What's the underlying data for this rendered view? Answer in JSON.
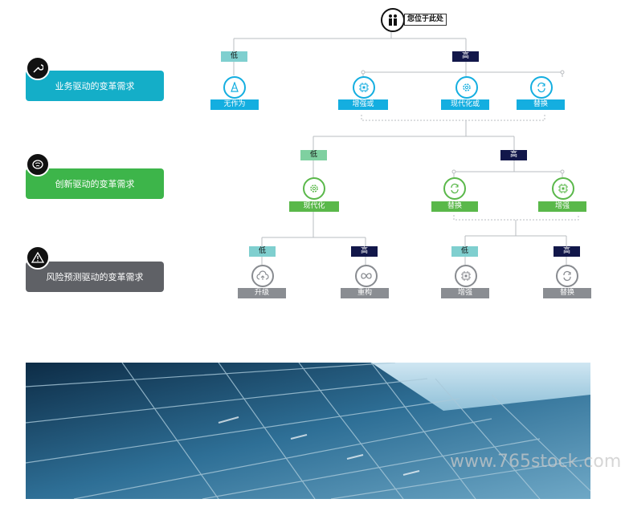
{
  "lanes": [
    {
      "label": "业务驱动的变革需求",
      "color": "#14aec8",
      "icon": "wrench-icon"
    },
    {
      "label": "创新驱动的变革需求",
      "color": "#3db54a",
      "icon": "brain-icon"
    },
    {
      "label": "风险预测驱动的变革需求",
      "color": "#5f6166",
      "icon": "warning-icon"
    }
  ],
  "root": {
    "label": "您位于此处",
    "icon": "people-icon"
  },
  "level1": {
    "low": "低",
    "high": "高",
    "nodes": [
      {
        "label": "无作为",
        "icon": "traffic-cone-icon"
      },
      {
        "label": "增强或",
        "icon": "chip-icon"
      },
      {
        "label": "现代化或",
        "icon": "gear-icon"
      },
      {
        "label": "替换",
        "icon": "refresh-icon"
      }
    ]
  },
  "level2": {
    "low": "低",
    "high": "高",
    "nodes": [
      {
        "label": "现代化",
        "icon": "gear-icon"
      },
      {
        "label": "替换",
        "icon": "refresh-icon"
      },
      {
        "label": "增强",
        "icon": "chip-icon"
      }
    ]
  },
  "level3": {
    "groups": [
      {
        "low": "低",
        "high": "高"
      },
      {
        "low": "低",
        "high": "高"
      }
    ],
    "nodes": [
      {
        "label": "升级",
        "icon": "cloud-upload-icon"
      },
      {
        "label": "重构",
        "icon": "infinity-icon"
      },
      {
        "label": "增强",
        "icon": "chip-icon"
      },
      {
        "label": "替换",
        "icon": "refresh-icon"
      }
    ]
  },
  "watermark": "www.765stock.com"
}
